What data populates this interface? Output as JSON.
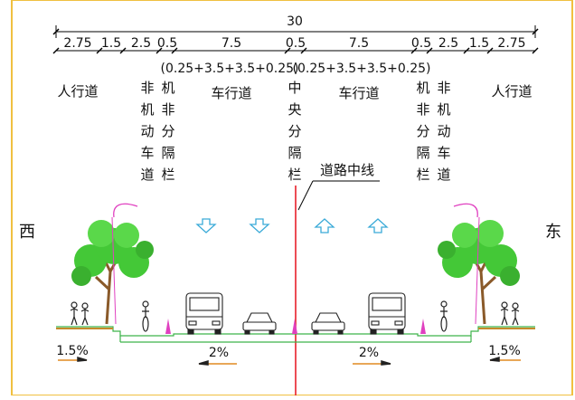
{
  "drawing": {
    "total_width": "30",
    "segments": [
      "2.75",
      "1.5",
      "2.5",
      "0.5",
      "7.5",
      "0.5",
      "7.5",
      "0.5",
      "2.5",
      "1.5",
      "2.75"
    ],
    "lane_breakdown_left": "(0.25+3.5+3.5+0.25)",
    "lane_breakdown_right": "(0.25+3.5+3.5+0.25)",
    "labels": {
      "sidewalk_left": "人行道",
      "sidewalk_right": "人行道",
      "non_motor_lane": "非机动车道",
      "separator": "机非分隔栏",
      "carriageway_left": "车行道",
      "carriageway_right": "车行道",
      "median": "中央分隔栏",
      "centerline": "道路中线"
    },
    "directions": {
      "west": "西",
      "east": "东"
    },
    "slopes": {
      "outer_left": "1.5%",
      "inner_left": "2%",
      "inner_right": "2%",
      "outer_right": "1.5%"
    },
    "colors": {
      "frame": "#f0c040",
      "dimension": "#000000",
      "centerline": "#e8202a",
      "arrow": "#3aaad8",
      "tree": "#44c837",
      "ground": "#3db34a",
      "bollard": "#e040c0",
      "slope_arrow": "#e08a20"
    }
  }
}
